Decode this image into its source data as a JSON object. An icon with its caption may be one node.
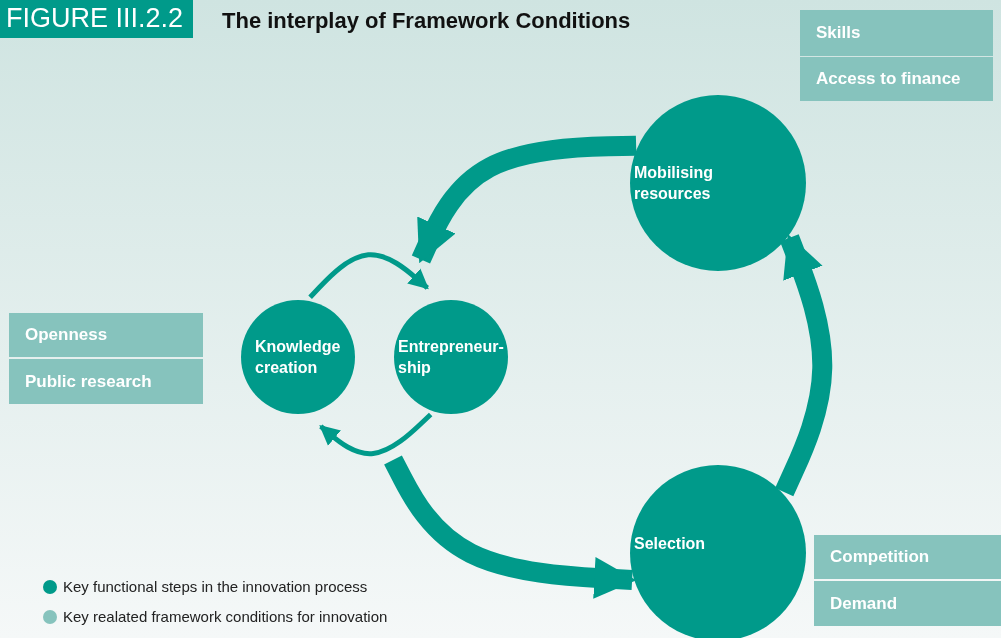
{
  "diagram": {
    "title": "The interplay of Framework Conditions",
    "nodes": [
      {
        "text": [
          "Knowledge creation"
        ]
      },
      {
        "text": [
          "Entrepreneur-ship"
        ]
      },
      {
        "text": [
          "Mobilising resources"
        ]
      },
      {
        "text": [
          "Selection"
        ]
      },
      {
        "text": [
          "Skills"
        ]
      },
      {
        "text": [
          "Access to finance"
        ]
      },
      {
        "text": [
          "Openness"
        ]
      },
      {
        "text": [
          "Public research"
        ]
      },
      {
        "text": [
          "Competition"
        ]
      },
      {
        "text": [
          "Demand"
        ]
      }
    ],
    "edges": [
      {
        "from": 0,
        "to": 1,
        "arrow": "to"
      },
      {
        "from": 1,
        "to": 0,
        "arrow": "to"
      },
      {
        "from": 2,
        "to": 1,
        "arrow": "to"
      },
      {
        "from": null,
        "to": 3,
        "arrow": "to"
      },
      {
        "from": 3,
        "to": 2,
        "arrow": "to"
      }
    ],
    "labels": [
      "FIGURE III.2.2"
    ],
    "legend": [
      {
        "text": "Key functional steps in the innovation process",
        "color": "#009a8a"
      },
      {
        "text": "Key realated framework conditions for innovation",
        "color": "#86c3bd"
      }
    ]
  }
}
